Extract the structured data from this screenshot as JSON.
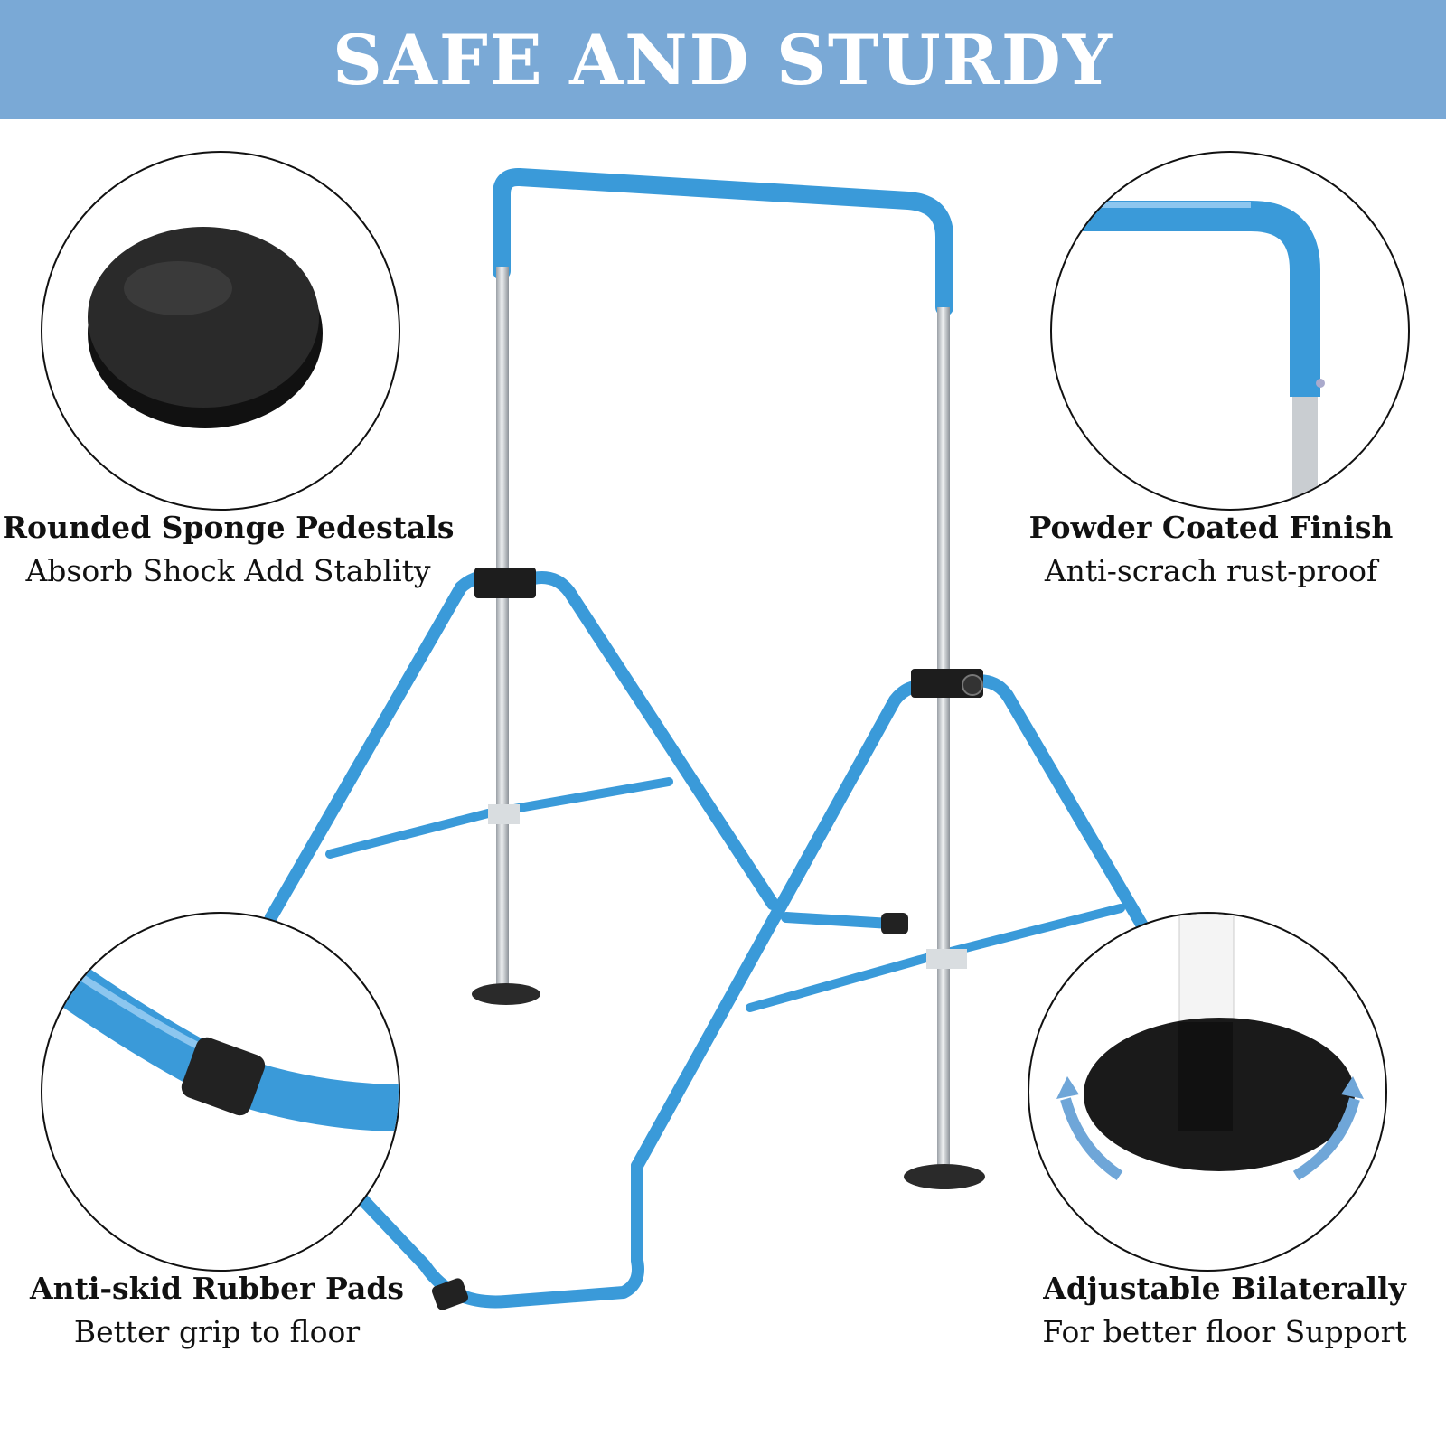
{
  "banner": {
    "title": "SAFE AND STURDY"
  },
  "colors": {
    "banner": "#7aa9d6",
    "frame_blue": "#3a9ad9",
    "pole_silver": "#c9cdd1",
    "black": "#1d1d1d"
  },
  "features": [
    {
      "title": "Rounded Sponge Pedestals",
      "subtitle": "Absorb Shock Add Stablity",
      "icon": "rubber-pedestal"
    },
    {
      "title": "Powder Coated Finish",
      "subtitle": "Anti-scrach rust-proof",
      "icon": "coated-tube-corner"
    },
    {
      "title": "Anti-skid Rubber Pads",
      "subtitle": "Better grip to floor",
      "icon": "rubber-pad-tube"
    },
    {
      "title": "Adjustable Bilaterally",
      "subtitle": "For better floor Support",
      "icon": "adjustable-foot"
    }
  ]
}
